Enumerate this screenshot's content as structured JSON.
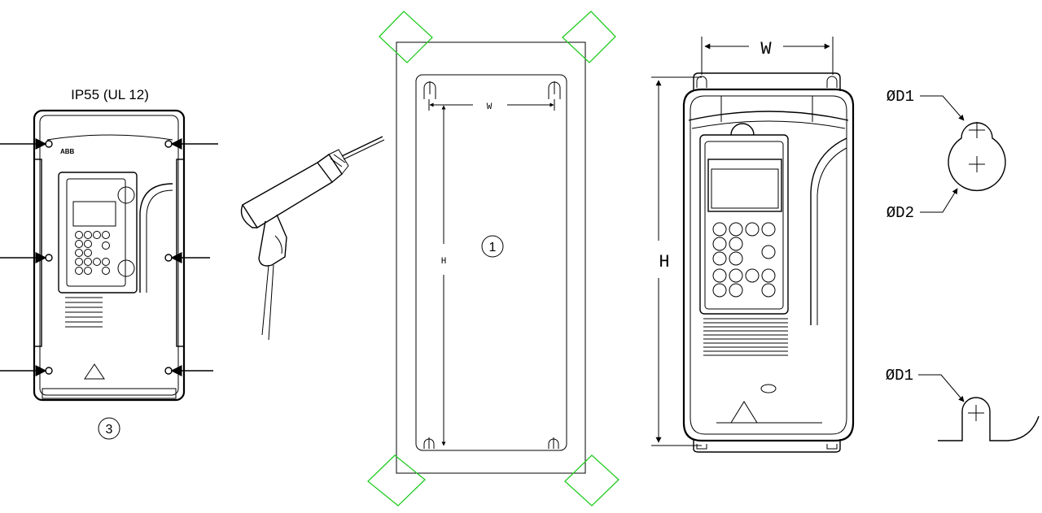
{
  "colors": {
    "line": "#000000",
    "tape": "#22cc22",
    "background": "#ffffff"
  },
  "left_drive": {
    "enclosure_label": "IP55 (UL 12)",
    "brand_label": "ABB",
    "callout_number": "3"
  },
  "template": {
    "callout_number": "1",
    "width_label": "W",
    "height_label": "H"
  },
  "right_drive": {
    "width_label": "W",
    "height_label": "H"
  },
  "keyhole": {
    "d1_label": "ØD1",
    "d2_label": "ØD2",
    "slot_d1_label": "ØD1"
  },
  "icons": [
    "drill-icon",
    "warning-triangle-icon",
    "arrow-icon"
  ]
}
